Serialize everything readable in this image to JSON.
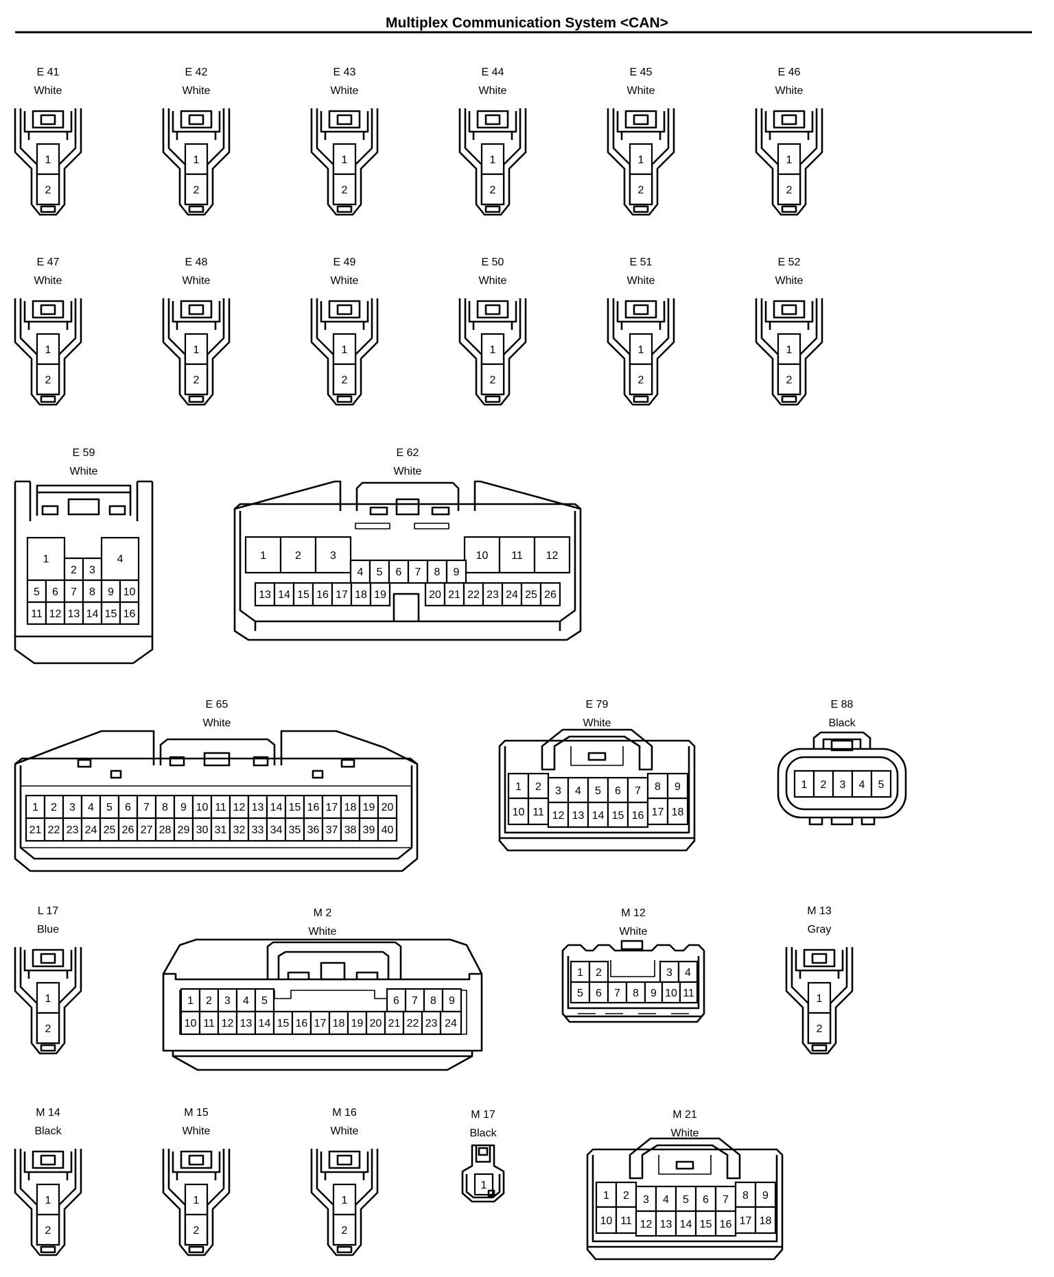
{
  "title": "Multiplex Communication System <CAN>",
  "connectors": {
    "E41": {
      "id": "E 41",
      "color": "White",
      "pins": [
        "1",
        "2"
      ]
    },
    "E42": {
      "id": "E 42",
      "color": "White",
      "pins": [
        "1",
        "2"
      ]
    },
    "E43": {
      "id": "E 43",
      "color": "White",
      "pins": [
        "1",
        "2"
      ]
    },
    "E44": {
      "id": "E 44",
      "color": "White",
      "pins": [
        "1",
        "2"
      ]
    },
    "E45": {
      "id": "E 45",
      "color": "White",
      "pins": [
        "1",
        "2"
      ]
    },
    "E46": {
      "id": "E 46",
      "color": "White",
      "pins": [
        "1",
        "2"
      ]
    },
    "E47": {
      "id": "E 47",
      "color": "White",
      "pins": [
        "1",
        "2"
      ]
    },
    "E48": {
      "id": "E 48",
      "color": "White",
      "pins": [
        "1",
        "2"
      ]
    },
    "E49": {
      "id": "E 49",
      "color": "White",
      "pins": [
        "1",
        "2"
      ]
    },
    "E50": {
      "id": "E 50",
      "color": "White",
      "pins": [
        "1",
        "2"
      ]
    },
    "E51": {
      "id": "E 51",
      "color": "White",
      "pins": [
        "1",
        "2"
      ]
    },
    "E52": {
      "id": "E 52",
      "color": "White",
      "pins": [
        "1",
        "2"
      ]
    },
    "E59": {
      "id": "E 59",
      "color": "White",
      "pins": [
        "1",
        "2",
        "3",
        "4",
        "5",
        "6",
        "7",
        "8",
        "9",
        "10",
        "11",
        "12",
        "13",
        "14",
        "15",
        "16"
      ]
    },
    "E62": {
      "id": "E 62",
      "color": "White",
      "pins": [
        "1",
        "2",
        "3",
        "4",
        "5",
        "6",
        "7",
        "8",
        "9",
        "10",
        "11",
        "12",
        "13",
        "14",
        "15",
        "16",
        "17",
        "18",
        "19",
        "20",
        "21",
        "22",
        "23",
        "24",
        "25",
        "26"
      ]
    },
    "E65": {
      "id": "E 65",
      "color": "White",
      "pins": [
        "1",
        "2",
        "3",
        "4",
        "5",
        "6",
        "7",
        "8",
        "9",
        "10",
        "11",
        "12",
        "13",
        "14",
        "15",
        "16",
        "17",
        "18",
        "19",
        "20",
        "21",
        "22",
        "23",
        "24",
        "25",
        "26",
        "27",
        "28",
        "29",
        "30",
        "31",
        "32",
        "33",
        "34",
        "35",
        "36",
        "37",
        "38",
        "39",
        "40"
      ]
    },
    "E79": {
      "id": "E 79",
      "color": "White",
      "pins": [
        "1",
        "2",
        "3",
        "4",
        "5",
        "6",
        "7",
        "8",
        "9",
        "10",
        "11",
        "12",
        "13",
        "14",
        "15",
        "16",
        "17",
        "18"
      ]
    },
    "E88": {
      "id": "E 88",
      "color": "Black",
      "pins": [
        "1",
        "2",
        "3",
        "4",
        "5"
      ]
    },
    "L17": {
      "id": "L 17",
      "color": "Blue",
      "pins": [
        "1",
        "2"
      ]
    },
    "M2": {
      "id": "M 2",
      "color": "White",
      "pins": [
        "1",
        "2",
        "3",
        "4",
        "5",
        "6",
        "7",
        "8",
        "9",
        "10",
        "11",
        "12",
        "13",
        "14",
        "15",
        "16",
        "17",
        "18",
        "19",
        "20",
        "21",
        "22",
        "23",
        "24"
      ]
    },
    "M12": {
      "id": "M 12",
      "color": "White",
      "pins": [
        "1",
        "2",
        "3",
        "4",
        "5",
        "6",
        "7",
        "8",
        "9",
        "10",
        "11"
      ]
    },
    "M13": {
      "id": "M 13",
      "color": "Gray",
      "pins": [
        "1",
        "2"
      ]
    },
    "M14": {
      "id": "M 14",
      "color": "Black",
      "pins": [
        "1",
        "2"
      ]
    },
    "M15": {
      "id": "M 15",
      "color": "White",
      "pins": [
        "1",
        "2"
      ]
    },
    "M16": {
      "id": "M 16",
      "color": "White",
      "pins": [
        "1",
        "2"
      ]
    },
    "M17": {
      "id": "M 17",
      "color": "Black",
      "pins": [
        "1"
      ]
    },
    "M21": {
      "id": "M 21",
      "color": "White",
      "pins": [
        "1",
        "2",
        "3",
        "4",
        "5",
        "6",
        "7",
        "8",
        "9",
        "10",
        "11",
        "12",
        "13",
        "14",
        "15",
        "16",
        "17",
        "18"
      ]
    }
  }
}
